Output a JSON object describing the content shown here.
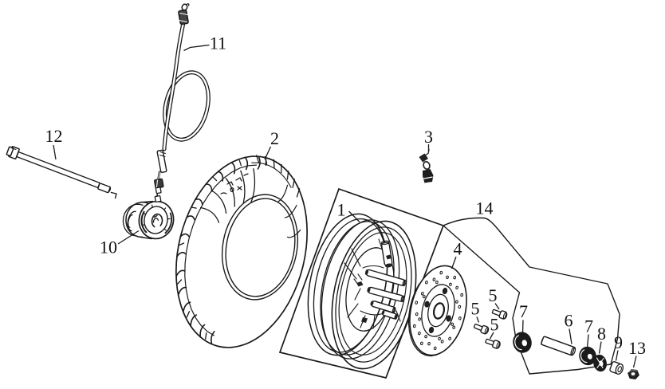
{
  "diagram": {
    "type": "exploded-parts-diagram",
    "subject": "scooter front wheel assembly",
    "background_color": "#ffffff",
    "line_color": "#1a1a1a",
    "label_color": "#111111"
  },
  "callouts": [
    {
      "part": "wheel-rim",
      "text": "1"
    },
    {
      "part": "tire",
      "text": "2"
    },
    {
      "part": "cable-clip",
      "text": "3"
    },
    {
      "part": "brake-disc",
      "text": "4"
    },
    {
      "part": "disc-bolt",
      "text": "5"
    },
    {
      "part": "disc-bolt",
      "text": "5"
    },
    {
      "part": "disc-bolt",
      "text": "5"
    },
    {
      "part": "axle-spacer",
      "text": "6"
    },
    {
      "part": "bearing",
      "text": "7"
    },
    {
      "part": "bearing",
      "text": "7"
    },
    {
      "part": "oil-seal",
      "text": "8"
    },
    {
      "part": "side-collar",
      "text": "9"
    },
    {
      "part": "speedometer-drive",
      "text": "10"
    },
    {
      "part": "speedometer-cable",
      "text": "11"
    },
    {
      "part": "axle-shaft",
      "text": "12"
    },
    {
      "part": "axle-nut",
      "text": "13"
    },
    {
      "part": "hub-subassembly",
      "text": "14"
    }
  ]
}
